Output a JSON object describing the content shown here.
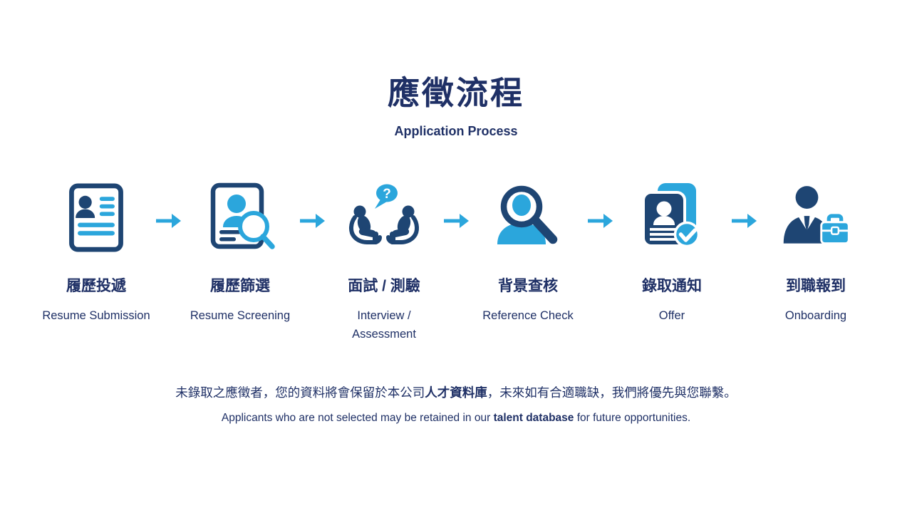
{
  "colors": {
    "text_navy": "#1F3066",
    "icon_navy": "#1E4573",
    "light_blue": "#2BA6DC",
    "background": "#FFFFFF"
  },
  "header": {
    "title": "應徵流程",
    "subtitle": "Application Process"
  },
  "steps": [
    {
      "zh": "履歷投遞",
      "en": "Resume Submission",
      "icon": "resume-document-icon"
    },
    {
      "zh": "履歷篩選",
      "en": "Resume Screening",
      "icon": "resume-magnifier-icon"
    },
    {
      "zh": "面試 / 測驗",
      "en": "Interview / Assessment",
      "icon": "interview-speech-bubble-icon"
    },
    {
      "zh": "背景查核",
      "en": "Reference Check",
      "icon": "person-magnifier-icon"
    },
    {
      "zh": "錄取通知",
      "en": "Offer",
      "icon": "id-card-check-icon"
    },
    {
      "zh": "到職報到",
      "en": "Onboarding",
      "icon": "businessman-briefcase-icon"
    }
  ],
  "footer": {
    "zh_before": "未錄取之應徵者，您的資料將會保留於本公司",
    "zh_bold": "人才資料庫",
    "zh_after": "，未來如有合適職缺，我們將優先與您聯繫。",
    "en_before": "Applicants who are not selected may be retained in our ",
    "en_bold": "talent database",
    "en_after": " for future opportunities."
  }
}
